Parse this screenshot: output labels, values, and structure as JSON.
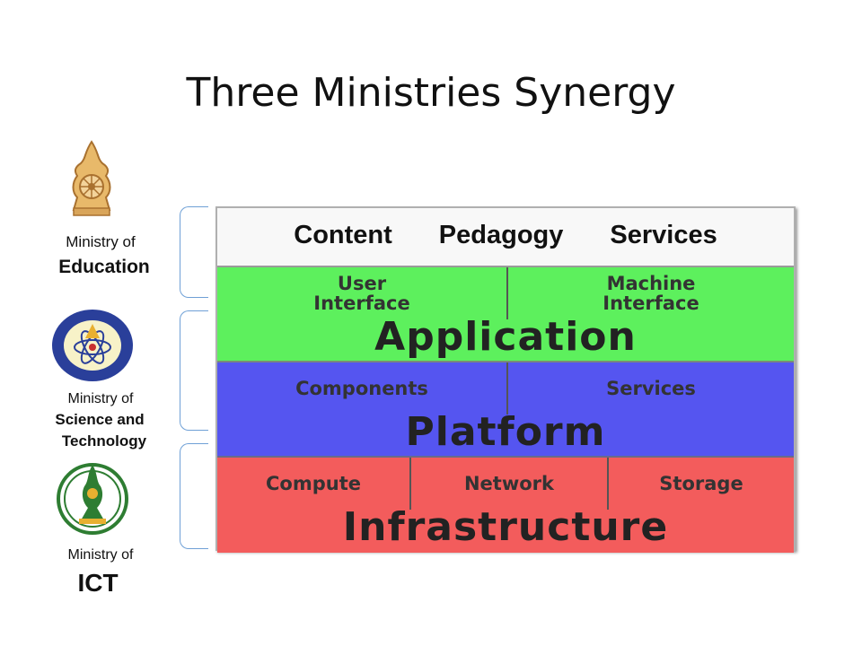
{
  "title": "Three Ministries Synergy",
  "stack": {
    "content": [
      "Content",
      "Pedagogy",
      "Services"
    ],
    "application": {
      "left": "User\nInterface",
      "right": "Machine\nInterface",
      "label": "Application"
    },
    "platform": {
      "left": "Components",
      "right": "Services",
      "label": "Platform"
    },
    "infrastructure": {
      "cells": [
        "Compute",
        "Network",
        "Storage"
      ],
      "label": "Infrastructure"
    }
  },
  "ministries": [
    {
      "prefix": "Ministry of",
      "name": "Education",
      "logo": "moe-seal-icon"
    },
    {
      "prefix": "Ministry of",
      "name_line1": "Science and",
      "name_line2": "Technology",
      "logo": "most-seal-icon"
    },
    {
      "prefix": "Ministry of",
      "name": "ICT",
      "logo": "ict-seal-icon"
    }
  ],
  "colors": {
    "content": "#f8f8f8",
    "application": "#5df05d",
    "platform": "#5555f0",
    "infrastructure": "#f35c5c",
    "brace": "#6fa0d6"
  }
}
